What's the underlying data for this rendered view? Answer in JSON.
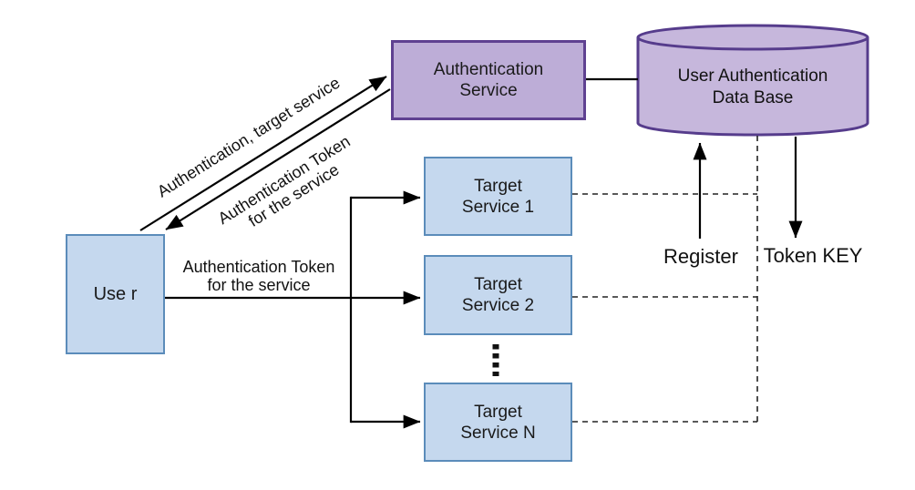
{
  "diagram": {
    "background": "#ffffff",
    "line_color": "#000000",
    "nodes": {
      "user": {
        "label": "Use r",
        "fill": "#c5d8ee",
        "border": "#5b8cba",
        "shape": "rect"
      },
      "auth_service": {
        "label": "Authentication\nService",
        "fill": "#bdadd7",
        "border": "#5f4191",
        "shape": "rect"
      },
      "database": {
        "label": "User Authentication\nData Base",
        "fill": "#c6b7dc",
        "border": "#563c8c",
        "shape": "cylinder"
      },
      "target_service_1": {
        "label": "Target\nService 1",
        "fill": "#c5d8ee",
        "border": "#5b8cba",
        "shape": "rect"
      },
      "target_service_2": {
        "label": "Target\nService 2",
        "fill": "#c5d8ee",
        "border": "#5b8cba",
        "shape": "rect"
      },
      "target_service_n": {
        "label": "Target\nService N",
        "fill": "#c5d8ee",
        "border": "#5b8cba",
        "shape": "rect"
      }
    },
    "edges": {
      "user_to_auth": {
        "label": "Authentication, target service"
      },
      "auth_to_user": {
        "label": "Authentication Token\nfor the service"
      },
      "user_to_target_services": {
        "label": "Authentication Token\nfor the service"
      },
      "register": {
        "label": "Register"
      },
      "token_key": {
        "label": "Token KEY"
      }
    }
  }
}
